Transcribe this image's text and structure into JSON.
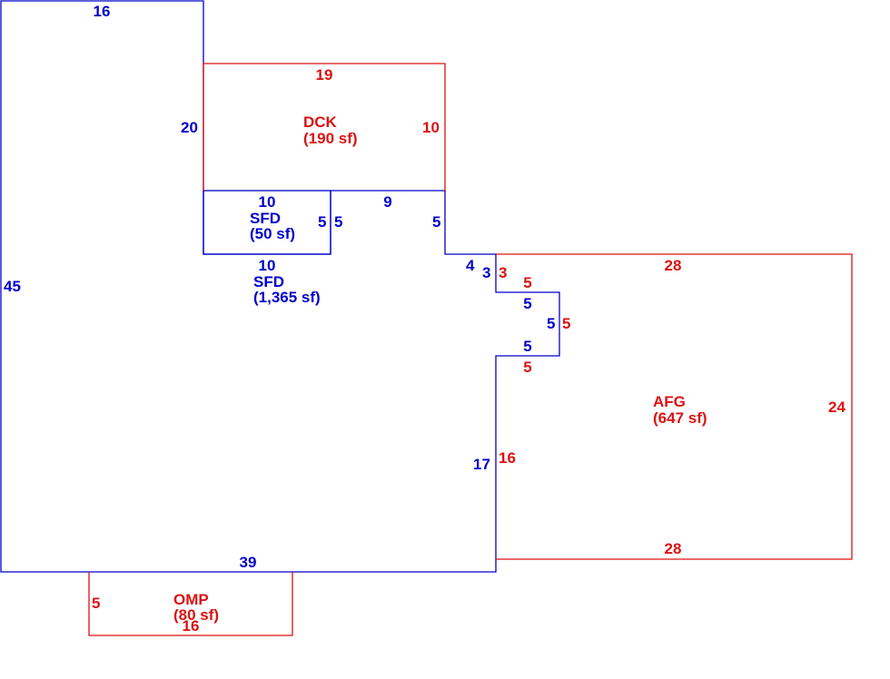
{
  "colors": {
    "sfd": "#0000cc",
    "addition": "#dd1111"
  },
  "areas": {
    "dck": {
      "code": "DCK",
      "area": "(190 sf)"
    },
    "sfd_small": {
      "code": "SFD",
      "area": "(50 sf)"
    },
    "sfd_main": {
      "code": "SFD",
      "area": "(1,365 sf)"
    },
    "afg": {
      "code": "AFG",
      "area": "(647 sf)"
    },
    "omp": {
      "code": "OMP",
      "area": "(80 sf)"
    }
  },
  "dims": {
    "main_top": "16",
    "main_left": "45",
    "main_inner_left": "20",
    "main_bottom": "39",
    "main_step_top": "9",
    "main_step_right": "5",
    "main_step_inner": "4",
    "main_notch_upper": "3",
    "main_notch_top": "5",
    "main_notch_right": "5",
    "main_notch_bottom": "5",
    "main_right": "17",
    "dck_top": "19",
    "dck_right": "10",
    "sfd_small_top": "10",
    "sfd_small_right": "5",
    "sfd_small_outer": "5",
    "sfd_small_bottom": "10",
    "afg_top": "28",
    "afg_right": "24",
    "afg_bottom": "28",
    "afg_left": "16",
    "afg_notch_upper": "3",
    "afg_notch_top": "5",
    "afg_notch_right": "5",
    "afg_notch_bottom": "5",
    "omp_left": "5",
    "omp_bottom": "16"
  }
}
